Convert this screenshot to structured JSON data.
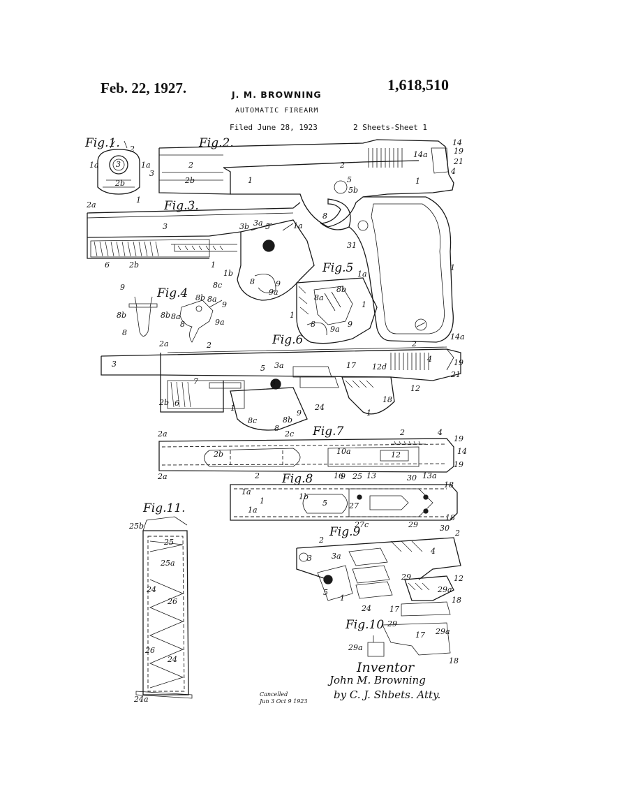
{
  "header": {
    "date": "Feb. 22, 1927.",
    "patent_number": "1,618,510",
    "inventor_header": "J. M. BROWNING",
    "title": "AUTOMATIC FIREARM",
    "filed": "Filed June 28, 1923",
    "sheets": "2 Sheets-Sheet 1"
  },
  "figures": {
    "fig1": "Fig.1.",
    "fig2": "Fig.2.",
    "fig3": "Fig.3.",
    "fig4": "Fig.4",
    "fig5": "Fig.5",
    "fig6": "Fig.6",
    "fig7": "Fig.7",
    "fig8": "Fig.8",
    "fig9": "Fig.9",
    "fig10": "Fig.10",
    "fig11": "Fig.11."
  },
  "reference_numerals": {
    "fig1": [
      "1a",
      "2",
      "1a",
      "3",
      "3",
      "2b",
      "1"
    ],
    "fig2": [
      "2",
      "2b",
      "1",
      "2",
      "5",
      "5b",
      "1",
      "14a",
      "14",
      "19",
      "21",
      "4",
      "8",
      "31",
      "1"
    ],
    "fig3": [
      "2a",
      "3",
      "6",
      "2b",
      "3b",
      "3a",
      "5",
      "1a",
      "1",
      "1b",
      "8c",
      "8",
      "9",
      "9a"
    ],
    "fig4": [
      "9",
      "8b",
      "8b",
      "8",
      "8b",
      "8a",
      "8a",
      "9",
      "8",
      "9a"
    ],
    "fig5": [
      "1a",
      "8b",
      "8a",
      "1",
      "1",
      "8",
      "9a",
      "9"
    ],
    "fig6": [
      "2a",
      "2",
      "2",
      "14a",
      "3",
      "5",
      "3a",
      "17",
      "12d",
      "4",
      "19",
      "21",
      "12",
      "7",
      "3",
      "6",
      "2b",
      "1",
      "24",
      "18",
      "1",
      "8c",
      "8",
      "9",
      "8b"
    ],
    "fig7": [
      "2a",
      "2c",
      "2",
      "4",
      "19",
      "14",
      "2b",
      "10a",
      "12",
      "19",
      "2a",
      "2",
      "16",
      "13",
      "13a"
    ],
    "fig8": [
      "9",
      "25",
      "30",
      "18",
      "1a",
      "1",
      "1b",
      "5",
      "27",
      "18",
      "1a",
      "27c",
      "29",
      "30"
    ],
    "fig9": [
      "2",
      "2",
      "3",
      "3a",
      "4",
      "29",
      "12",
      "5",
      "1",
      "24",
      "29a"
    ],
    "fig10": [
      "17",
      "18",
      "29",
      "17",
      "29a",
      "29a",
      "18"
    ],
    "fig11": [
      "25b",
      "25",
      "25a",
      "24",
      "26",
      "26",
      "24",
      "24a"
    ]
  },
  "signature": {
    "inventor_label": "Inventor",
    "inventor_signature": "John M. Browning",
    "attorney_signature": "by C. J. Shbets. Atty."
  },
  "stamp": {
    "line1": "Cancelled",
    "line2": "Jun 3 Oct 9 1923"
  }
}
